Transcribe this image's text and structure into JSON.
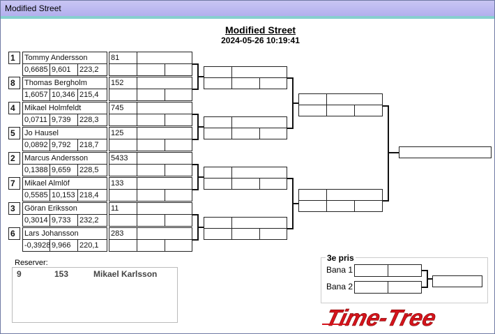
{
  "window": {
    "title": "Modified Street"
  },
  "header": {
    "title": "Modified Street",
    "datetime": "2024-05-26 10:19:41"
  },
  "entries": [
    {
      "seed": "1",
      "name": "Tommy Andersson",
      "num": "81",
      "rt": "0,6685",
      "et": "9,601",
      "speed": "223,2"
    },
    {
      "seed": "8",
      "name": "Thomas  Bergholm",
      "num": "152",
      "rt": "1,6057",
      "et": "10,346",
      "speed": "215,4"
    },
    {
      "seed": "4",
      "name": "Mikael Holmfeldt",
      "num": "745",
      "rt": "0,0711",
      "et": "9,739",
      "speed": "228,3"
    },
    {
      "seed": "5",
      "name": "Jo Hausel",
      "num": "125",
      "rt": "0,0892",
      "et": "9,792",
      "speed": "218,7"
    },
    {
      "seed": "2",
      "name": "Marcus Andersson",
      "num": "5433",
      "rt": "0,1388",
      "et": "9,659",
      "speed": "228,5"
    },
    {
      "seed": "7",
      "name": "Mikael Almlöf",
      "num": "133",
      "rt": "0,5585",
      "et": "10,153",
      "speed": "218,4"
    },
    {
      "seed": "3",
      "name": "Göran Eriksson",
      "num": "11",
      "rt": "0,3014",
      "et": "9,733",
      "speed": "232,2"
    },
    {
      "seed": "6",
      "name": "Lars Johansson",
      "num": "283",
      "rt": "-0,3928",
      "et": "9,966",
      "speed": "220,1"
    }
  ],
  "reserves": {
    "label": "Reserver:",
    "items": [
      {
        "pos": "9",
        "num": "153",
        "name": "Mikael Karlsson"
      }
    ]
  },
  "third_place": {
    "label": "3e pris",
    "lane1": "Bana 1",
    "lane2": "Bana 2"
  },
  "logo": {
    "text": "Time-Tree",
    "color": "#d4141c"
  }
}
